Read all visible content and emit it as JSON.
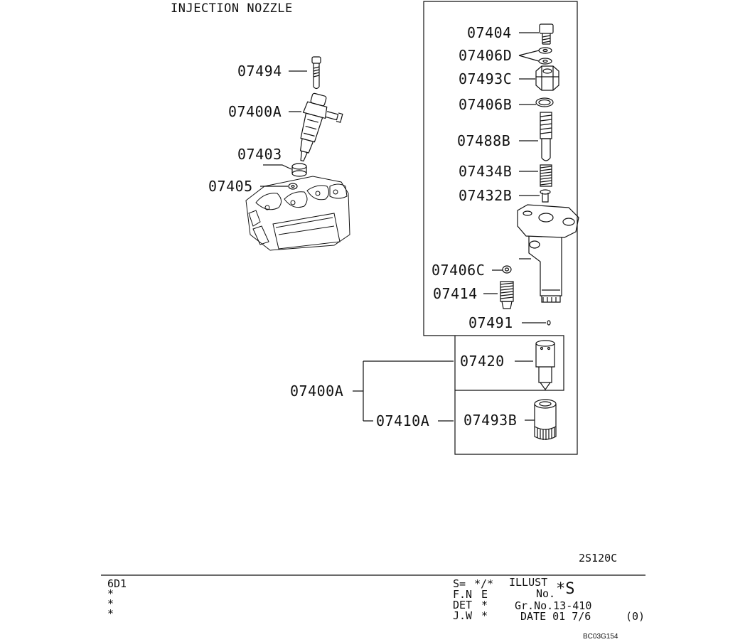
{
  "title": "INJECTION NOZZLE",
  "callouts": {
    "c07494": "07494",
    "c07400A_top": "07400A",
    "c07403": "07403",
    "c07405": "07405",
    "c07404": "07404",
    "c07406D": "07406D",
    "c07493C": "07493C",
    "c07406B": "07406B",
    "c07488B": "07488B",
    "c07434B": "07434B",
    "c07432B": "07432B",
    "c07406C": "07406C",
    "c07414": "07414",
    "c07491": "07491",
    "c07420": "07420",
    "c07400A_tree": "07400A",
    "c07410A": "07410A",
    "c07493B": "07493B"
  },
  "figure_code": "2S120C",
  "footer": {
    "model": "6D1",
    "stars": [
      "*",
      "*",
      "*"
    ],
    "rows": [
      {
        "key": "S=",
        "val": "*/*"
      },
      {
        "key": "F.N",
        "val": "E"
      },
      {
        "key": "DET",
        "val": "*"
      },
      {
        "key": "J.W",
        "val": "*"
      }
    ],
    "illust_label": "ILLUST",
    "no_label": "No.",
    "no_value": "*S",
    "gr_no": "Gr.No.13-410",
    "date": "DATE 01 7/6",
    "rev": "(0)",
    "code": "BC03G154"
  }
}
